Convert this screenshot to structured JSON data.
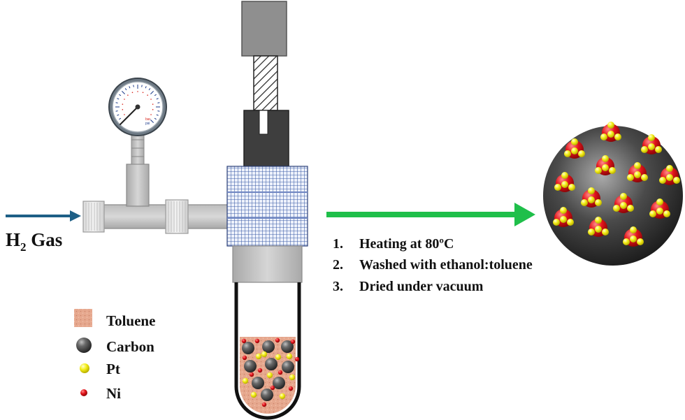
{
  "gas": {
    "label": "H",
    "subscript": "2",
    "suffix": " Gas"
  },
  "gauge": {
    "unit_bar": "bar",
    "unit_psi": "psi"
  },
  "steps": [
    {
      "num": "1.",
      "text": "Heating at 80ºC"
    },
    {
      "num": "2.",
      "text": "Washed with ethanol:toluene"
    },
    {
      "num": "3.",
      "text": "Dried under vacuum"
    }
  ],
  "legend": [
    {
      "label": "Toluene",
      "icon": "toluene-square-icon"
    },
    {
      "label": "Carbon",
      "icon": "carbon-sphere-icon"
    },
    {
      "label": "Pt",
      "icon": "pt-dot-icon"
    },
    {
      "label": "Ni",
      "icon": "ni-dot-icon"
    }
  ],
  "colors": {
    "toluene": "#e6a88e",
    "carbon": "#3a3a3a",
    "pt": "#f2ee10",
    "ni": "#e3141b",
    "arrow_process": "#1fbf4a",
    "arrow_gas": "#1e5f86",
    "steel": "#c9c9c9",
    "mesh": "#3d5ea8",
    "block_dark": "#3e3e3e"
  }
}
